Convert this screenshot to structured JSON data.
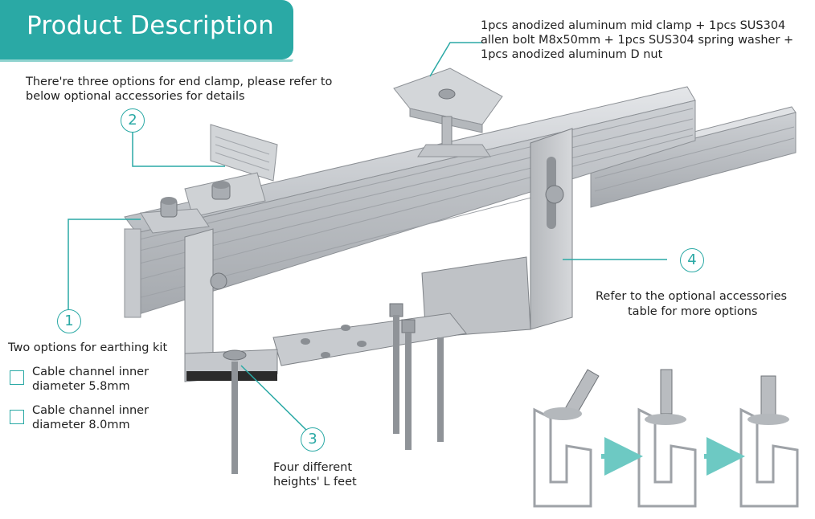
{
  "header": {
    "title": "Product Description"
  },
  "mid_clamp_note": {
    "lines": [
      "1pcs anodized aluminum mid clamp + 1pcs SUS304",
      "allen bolt M8x50mm + 1pcs SUS304 spring washer +",
      "1pcs anodized aluminum D nut"
    ]
  },
  "end_clamp_note": {
    "lines": [
      "There're three options for end clamp, please refer to",
      "below optional accessories for details"
    ]
  },
  "callouts": [
    {
      "number": "1"
    },
    {
      "number": "2"
    },
    {
      "number": "3"
    },
    {
      "number": "4"
    }
  ],
  "earthing": {
    "title": "Two options for earthing kit",
    "options": [
      {
        "line1": "Cable channel inner",
        "line2": "diameter 5.8mm"
      },
      {
        "line1": "Cable channel inner",
        "line2": "diameter 8.0mm"
      }
    ]
  },
  "l_feet_note": {
    "lines": [
      "Four different",
      "heights' L feet"
    ]
  },
  "accessories_note": {
    "lines": [
      "Refer to the optional accessories",
      "table for more options"
    ]
  },
  "colors": {
    "accent": "#2aa9a5",
    "accent_light": "#8fd3cf",
    "metal": "#c9ccd0",
    "metal_dark": "#9a9ea4"
  }
}
